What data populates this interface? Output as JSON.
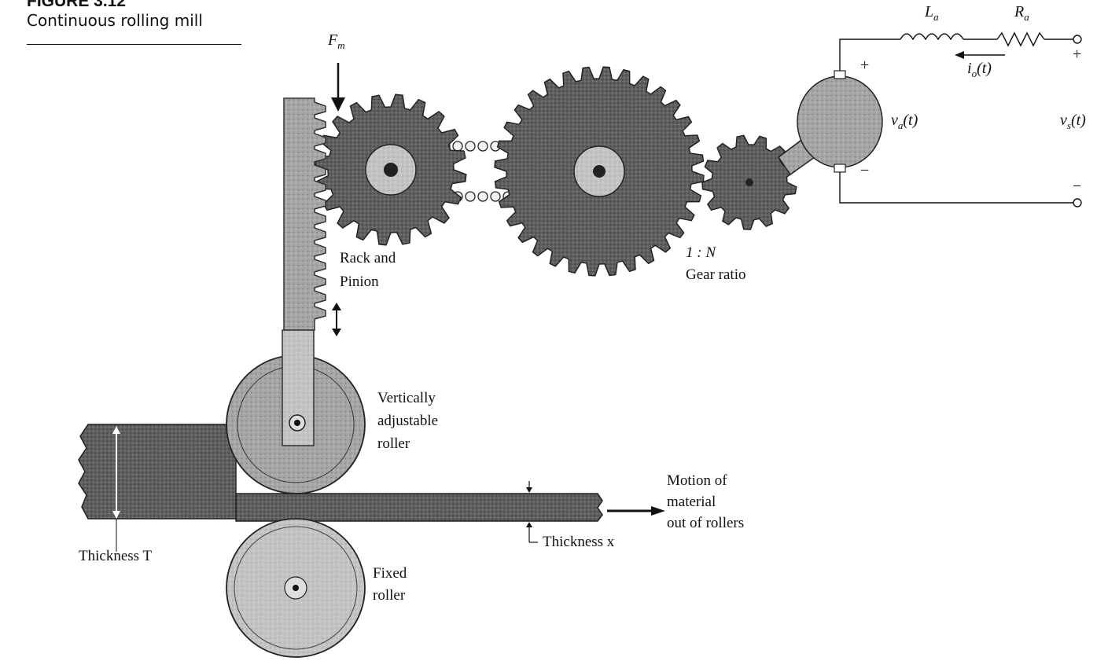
{
  "figure": {
    "title": "FIGURE 3.12",
    "subtitle": "Continuous rolling mill"
  },
  "labels": {
    "force": "F",
    "force_sub": "m",
    "rack_pinion": [
      "Rack and",
      "Pinion"
    ],
    "gear_ratio_value": "1 : N",
    "gear_ratio_text": "Gear ratio",
    "adjustable_roller": [
      "Vertically",
      "adjustable",
      "roller"
    ],
    "fixed_roller": [
      "Fixed",
      "roller"
    ],
    "motion": [
      "Motion of",
      "material",
      "out of rollers"
    ],
    "thickness_T": "Thickness T",
    "thickness_x": "Thickness x"
  },
  "circuit": {
    "inductor": "L",
    "inductor_sub": "a",
    "resistor": "R",
    "resistor_sub": "a",
    "current": "i",
    "current_sub": "o",
    "current_arg": "(t)",
    "armature_voltage": "v",
    "armature_sub": "a",
    "armature_arg": "(t)",
    "source_voltage": "v",
    "source_sub": "s",
    "source_arg": "(t)",
    "plus": "+",
    "minus": "−"
  },
  "colors": {
    "ink": "#111111",
    "gear_fill": "#6f6f6f",
    "gear_dark": "#3a3a3a",
    "rack_fill": "#b9b9b9",
    "roller_fill": "#9d9d9d",
    "motor_fill": "#a8a8a8",
    "strip_fill": "#5e5e5e"
  }
}
